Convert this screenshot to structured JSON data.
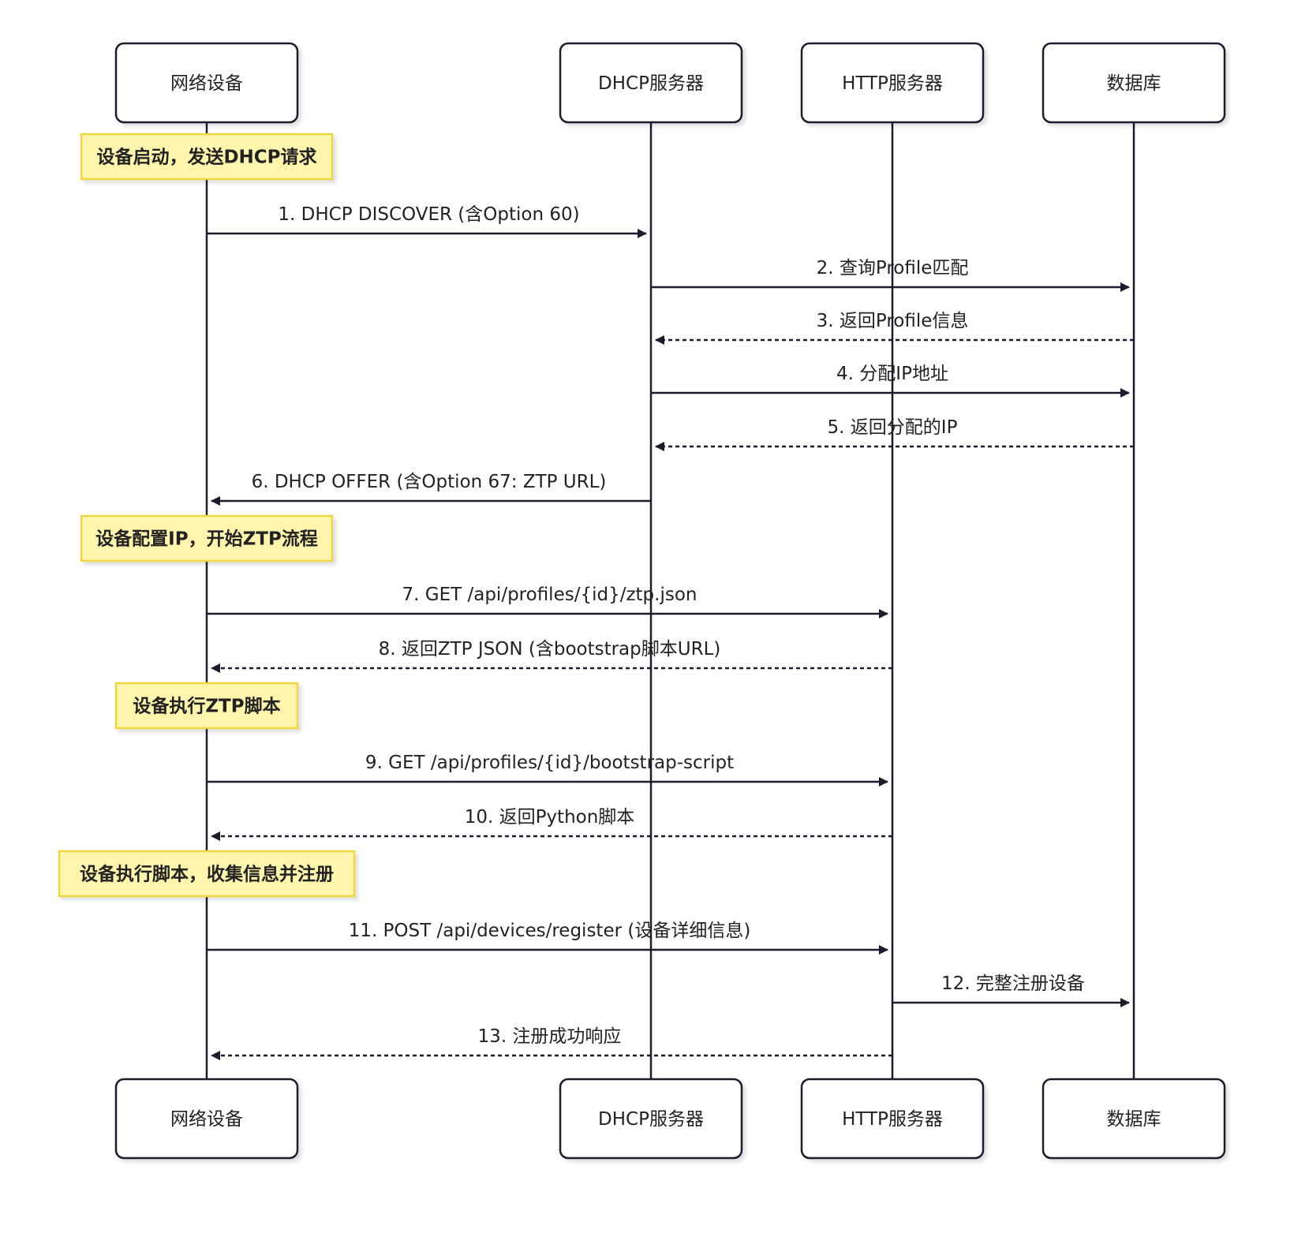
{
  "participants": [
    {
      "id": "device",
      "label": "网络设备"
    },
    {
      "id": "dhcp",
      "label": "DHCP服务器"
    },
    {
      "id": "http",
      "label": "HTTP服务器"
    },
    {
      "id": "db",
      "label": "数据库"
    }
  ],
  "notes": [
    {
      "text": "设备启动，发送DHCP请求",
      "over": "device"
    },
    {
      "text": "设备配置IP，开始ZTP流程",
      "over": "device"
    },
    {
      "text": "设备执行ZTP脚本",
      "over": "device"
    },
    {
      "text": "设备执行脚本，收集信息并注册",
      "over": "device"
    }
  ],
  "messages": [
    {
      "text": "1. DHCP DISCOVER (含Option 60)",
      "from": "device",
      "to": "dhcp",
      "style": "solid"
    },
    {
      "text": "2. 查询Profile匹配",
      "from": "dhcp",
      "to": "db",
      "style": "solid"
    },
    {
      "text": "3. 返回Profile信息",
      "from": "db",
      "to": "dhcp",
      "style": "dashed"
    },
    {
      "text": "4. 分配IP地址",
      "from": "dhcp",
      "to": "db",
      "style": "solid"
    },
    {
      "text": "5. 返回分配的IP",
      "from": "db",
      "to": "dhcp",
      "style": "dashed"
    },
    {
      "text": "6. DHCP OFFER (含Option 67: ZTP URL)",
      "from": "dhcp",
      "to": "device",
      "style": "solid"
    },
    {
      "text": "7. GET /api/profiles/{id}/ztp.json",
      "from": "device",
      "to": "http",
      "style": "solid"
    },
    {
      "text": "8. 返回ZTP JSON (含bootstrap脚本URL)",
      "from": "http",
      "to": "device",
      "style": "dashed"
    },
    {
      "text": "9. GET /api/profiles/{id}/bootstrap-script",
      "from": "device",
      "to": "http",
      "style": "solid"
    },
    {
      "text": "10. 返回Python脚本",
      "from": "http",
      "to": "device",
      "style": "dashed"
    },
    {
      "text": "11. POST /api/devices/register (设备详细信息)",
      "from": "device",
      "to": "http",
      "style": "solid"
    },
    {
      "text": "12. 完整注册设备",
      "from": "http",
      "to": "db",
      "style": "solid"
    },
    {
      "text": "13. 注册成功响应",
      "from": "http",
      "to": "device",
      "style": "dashed"
    }
  ],
  "colors": {
    "line": "#1f1b2e",
    "note_fill": "#fff5ad",
    "note_border": "#f0d640",
    "box_fill": "#ffffff"
  }
}
